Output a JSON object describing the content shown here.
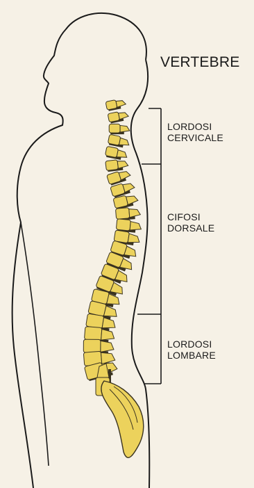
{
  "diagram": {
    "title": "VERTEBRE",
    "regions": [
      {
        "line1": "LORDOSI",
        "line2": "CERVICALE"
      },
      {
        "line1": "CIFOSI",
        "line2": "DORSALE"
      },
      {
        "line1": "LORDOSI",
        "line2": "LOMBARE"
      }
    ]
  },
  "colors": {
    "background": "#f6f1e6",
    "outline": "#1a1a1a",
    "vertebra": "#ecd25c",
    "vertebra_dark": "#3a3320"
  }
}
